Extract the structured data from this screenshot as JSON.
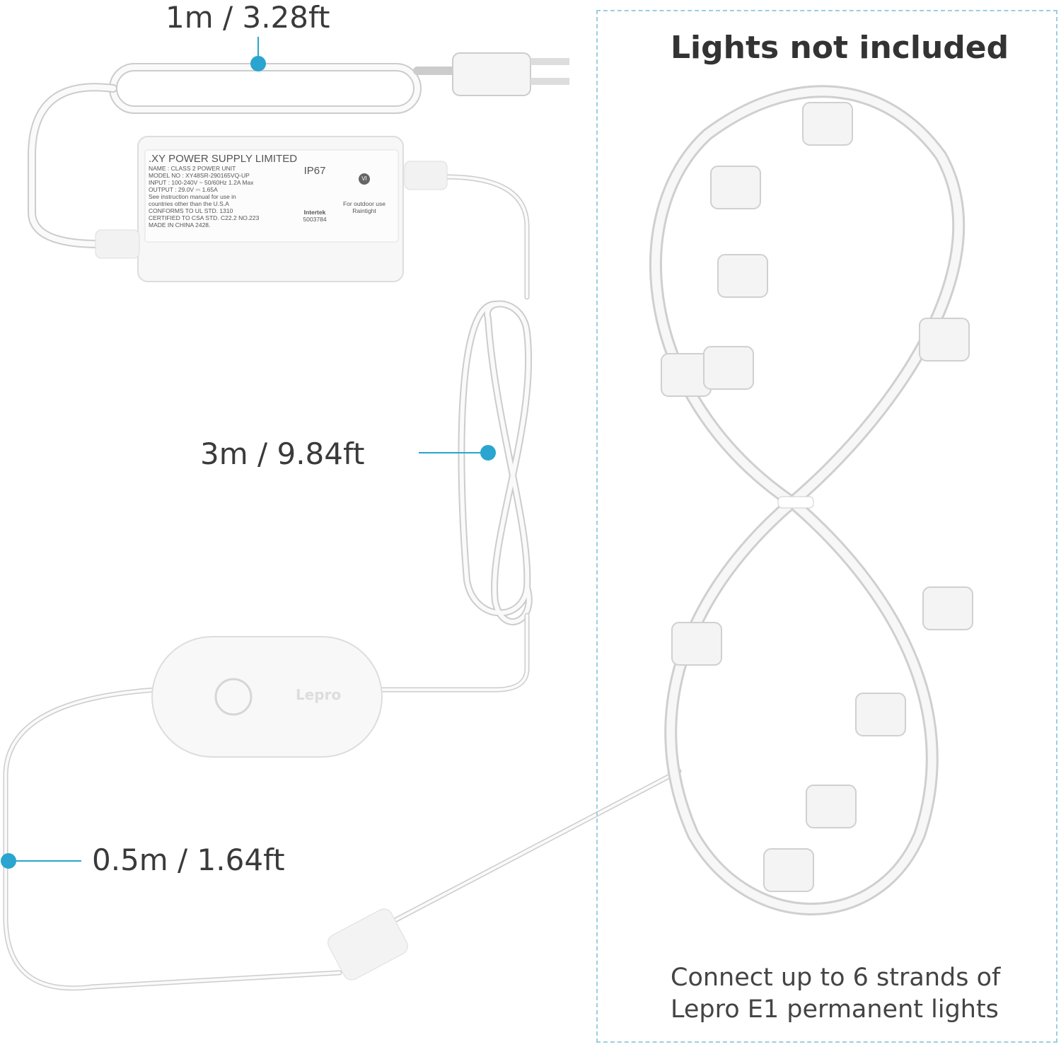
{
  "labels": {
    "plug_cable": "1m / 3.28ft",
    "extension_cable": "3m / 9.84ft",
    "controller_cable": "0.5m / 1.64ft"
  },
  "panel": {
    "title": "Lights not included",
    "footer_line1": "Connect up to 6 strands of",
    "footer_line2": "Lepro E1 permanent lights"
  },
  "power_supply": {
    "brand": ".XY POWER SUPPLY LIMITED",
    "lines": [
      "NAME : CLASS 2 POWER UNIT",
      "MODEL NO : XY48SR-290165VQ-UP",
      "INPUT : 100-240V ~ 50/60Hz 1.2A Max",
      "OUTPUT : 29.0V ⎓ 1.65A",
      "See instruction manual for use in",
      "countries other than the U.S.A",
      "CONFORMS TO UL STD. 1310",
      "CERTIFIED TO CSA STD. C22.2 NO.223",
      "MADE IN CHINA 2428."
    ],
    "ip_rating": "IP67",
    "cert": "Intertek",
    "cert_no": "5003784",
    "outdoor_1": "For outdoor use",
    "outdoor_2": "Raintight",
    "efficiency": "VI"
  },
  "controller": {
    "brand": "Lepro"
  },
  "colors": {
    "accent": "#2aa5cf",
    "dashed_border": "#9ccfdd"
  }
}
